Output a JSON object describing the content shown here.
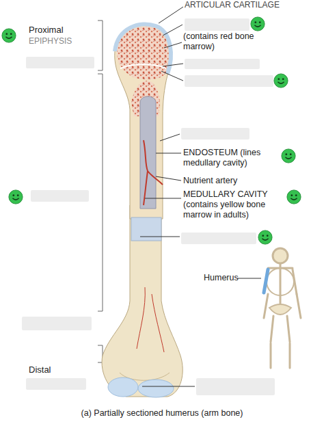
{
  "diagram": {
    "caption": "(a) Partially sectioned humerus (arm bone)",
    "labels": [
      "ARTICULAR CARTILAGE",
      "Proximal",
      "EPIPHYSIS",
      "(contains red bone marrow)",
      "ENDOSTEUM (lines medullary cavity)",
      "Nutrient artery",
      "MEDULLARY CAVITY (contains yellow bone marrow in adults)",
      "Humerus",
      "Distal"
    ]
  }
}
